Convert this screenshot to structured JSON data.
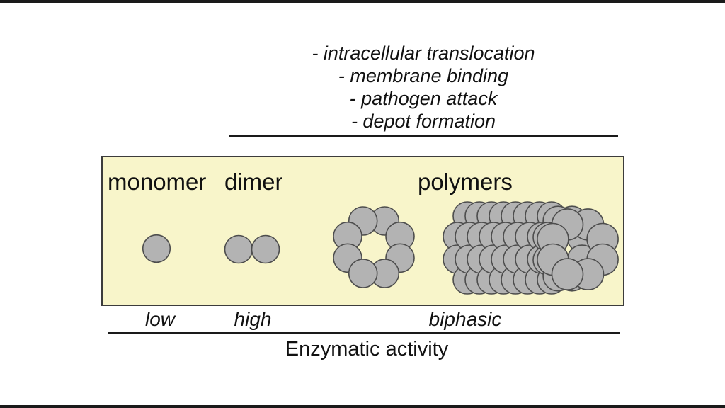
{
  "functions": {
    "items": [
      "- intracellular translocation",
      "- membrane binding",
      "- pathogen attack",
      "- depot formation"
    ]
  },
  "states": [
    {
      "label": "monomer",
      "activity": "low"
    },
    {
      "label": "dimer",
      "activity": "high"
    },
    {
      "label": "polymers",
      "activity": "biphasic"
    }
  ],
  "axis": {
    "label": "Enzymatic activity"
  },
  "colors": {
    "background": "#ffffff",
    "frame_bar": "#1a1a1a",
    "box_fill": "#f8f5ca",
    "box_border": "#3c3c3c",
    "circle_fill": "#b3b3b3",
    "circle_stroke": "#4d4d4d",
    "line": "#1a1a1a",
    "text": "#111111"
  }
}
